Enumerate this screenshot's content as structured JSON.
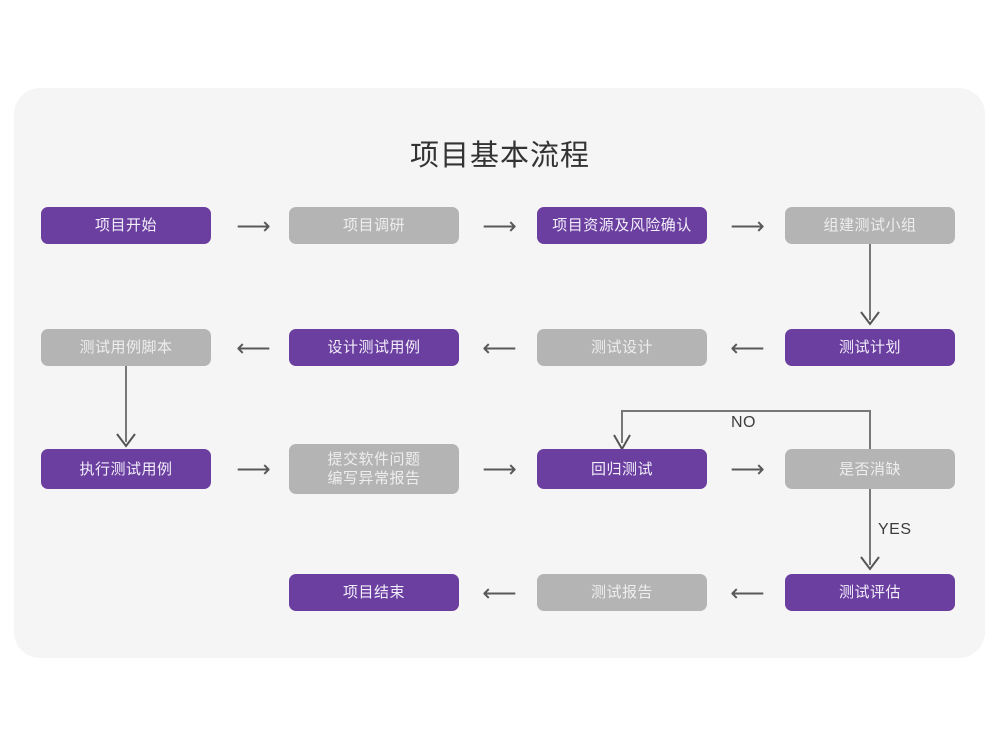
{
  "page": {
    "title": "项目基本流程",
    "background_color": "#ffffff",
    "card_color": "#f5f5f5"
  },
  "colors": {
    "active": "#6b3fa0",
    "inactive": "#b4b4b4",
    "connector": "#595959",
    "title_text": "#333333"
  },
  "chart_data": {
    "type": "diagram",
    "title": "项目基本流程",
    "nodes": [
      {
        "id": "n1",
        "label": "项目开始",
        "state": "active",
        "row": 1,
        "col": 1
      },
      {
        "id": "n2",
        "label": "项目调研",
        "state": "inactive",
        "row": 1,
        "col": 2
      },
      {
        "id": "n3",
        "label": "项目资源及风险确认",
        "state": "active",
        "row": 1,
        "col": 3
      },
      {
        "id": "n4",
        "label": "组建测试小组",
        "state": "inactive",
        "row": 1,
        "col": 4
      },
      {
        "id": "n5",
        "label": "测试用例脚本",
        "state": "inactive",
        "row": 2,
        "col": 1
      },
      {
        "id": "n6",
        "label": "设计测试用例",
        "state": "active",
        "row": 2,
        "col": 2
      },
      {
        "id": "n7",
        "label": "测试设计",
        "state": "inactive",
        "row": 2,
        "col": 3
      },
      {
        "id": "n8",
        "label": "测试计划",
        "state": "active",
        "row": 2,
        "col": 4
      },
      {
        "id": "n9",
        "label": "执行测试用例",
        "state": "active",
        "row": 3,
        "col": 1
      },
      {
        "id": "n10",
        "label": "提交软件问题\n编写异常报告",
        "state": "inactive",
        "row": 3,
        "col": 2
      },
      {
        "id": "n11",
        "label": "回归测试",
        "state": "active",
        "row": 3,
        "col": 3
      },
      {
        "id": "n12",
        "label": "是否消缺",
        "state": "inactive",
        "row": 3,
        "col": 4
      },
      {
        "id": "n13",
        "label": "项目结束",
        "state": "active",
        "row": 4,
        "col": 2
      },
      {
        "id": "n14",
        "label": "测试报告",
        "state": "inactive",
        "row": 4,
        "col": 3
      },
      {
        "id": "n15",
        "label": "测试评估",
        "state": "active",
        "row": 4,
        "col": 4
      }
    ],
    "edges": [
      {
        "from": "n1",
        "to": "n2",
        "direction": "right",
        "label": ""
      },
      {
        "from": "n2",
        "to": "n3",
        "direction": "right",
        "label": ""
      },
      {
        "from": "n3",
        "to": "n4",
        "direction": "right",
        "label": ""
      },
      {
        "from": "n4",
        "to": "n8",
        "direction": "down",
        "label": ""
      },
      {
        "from": "n8",
        "to": "n7",
        "direction": "left",
        "label": ""
      },
      {
        "from": "n7",
        "to": "n6",
        "direction": "left",
        "label": ""
      },
      {
        "from": "n6",
        "to": "n5",
        "direction": "left",
        "label": ""
      },
      {
        "from": "n5",
        "to": "n9",
        "direction": "down",
        "label": ""
      },
      {
        "from": "n9",
        "to": "n10",
        "direction": "right",
        "label": ""
      },
      {
        "from": "n10",
        "to": "n11",
        "direction": "right",
        "label": ""
      },
      {
        "from": "n11",
        "to": "n12",
        "direction": "right",
        "label": ""
      },
      {
        "from": "n12",
        "to": "n11",
        "direction": "loop-up-left",
        "label": "NO"
      },
      {
        "from": "n12",
        "to": "n15",
        "direction": "down",
        "label": "YES"
      },
      {
        "from": "n15",
        "to": "n14",
        "direction": "left",
        "label": ""
      },
      {
        "from": "n14",
        "to": "n13",
        "direction": "left",
        "label": ""
      }
    ],
    "edge_labels": {
      "no": "NO",
      "yes": "YES"
    }
  },
  "arrows": {
    "right_glyph": "⟶",
    "left_glyph": "⟵"
  }
}
